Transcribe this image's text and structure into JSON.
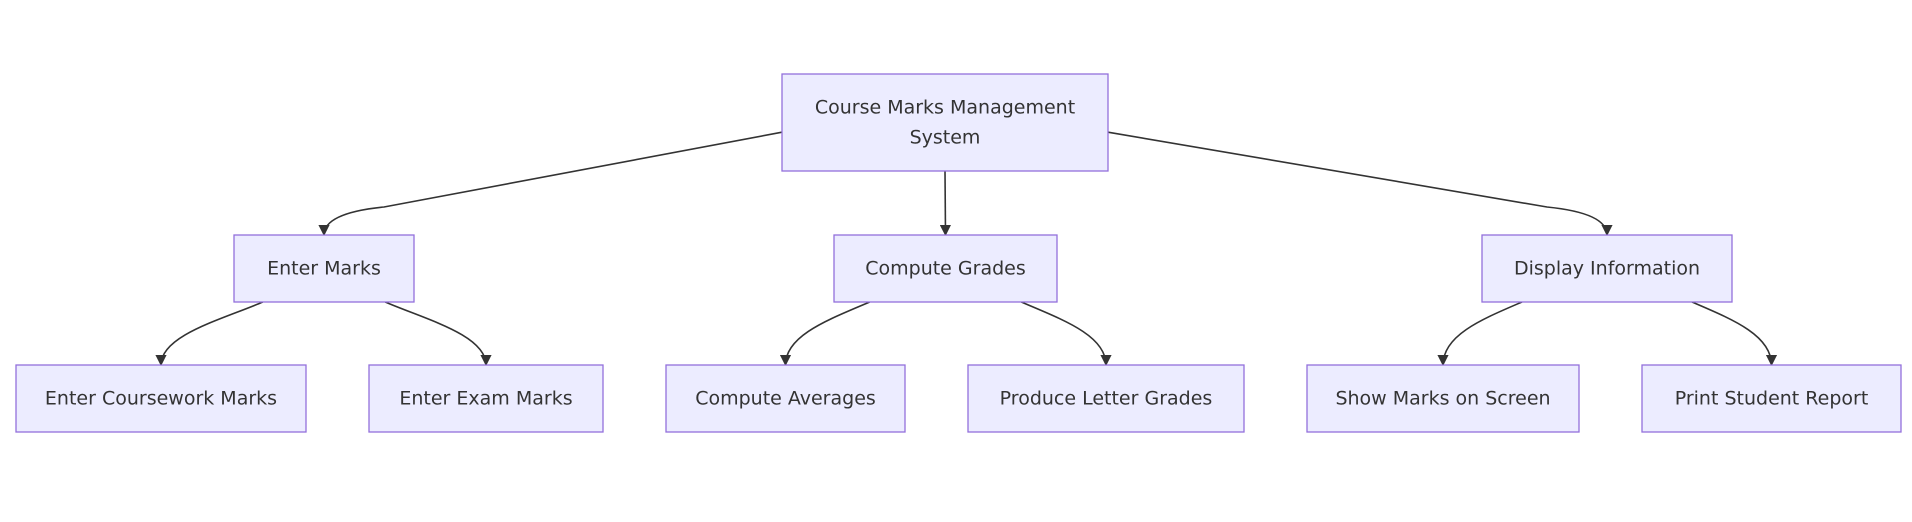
{
  "diagram": {
    "type": "hierarchy",
    "nodes": [
      {
        "id": "root",
        "label_lines": [
          "Course Marks Management",
          "System"
        ],
        "parent": null
      },
      {
        "id": "enter_marks",
        "label_lines": [
          "Enter Marks"
        ],
        "parent": "root"
      },
      {
        "id": "compute_grades",
        "label_lines": [
          "Compute Grades"
        ],
        "parent": "root"
      },
      {
        "id": "display_info",
        "label_lines": [
          "Display Information"
        ],
        "parent": "root"
      },
      {
        "id": "enter_coursework",
        "label_lines": [
          "Enter Coursework Marks"
        ],
        "parent": "enter_marks"
      },
      {
        "id": "enter_exam",
        "label_lines": [
          "Enter Exam Marks"
        ],
        "parent": "enter_marks"
      },
      {
        "id": "compute_averages",
        "label_lines": [
          "Compute Averages"
        ],
        "parent": "compute_grades"
      },
      {
        "id": "produce_letter",
        "label_lines": [
          "Produce Letter Grades"
        ],
        "parent": "compute_grades"
      },
      {
        "id": "show_marks",
        "label_lines": [
          "Show Marks on Screen"
        ],
        "parent": "display_info"
      },
      {
        "id": "print_report",
        "label_lines": [
          "Print Student Report"
        ],
        "parent": "display_info"
      }
    ],
    "colors": {
      "node_fill": "#ececff",
      "node_border": "#9370db",
      "edge": "#333333",
      "text": "#333333"
    }
  }
}
